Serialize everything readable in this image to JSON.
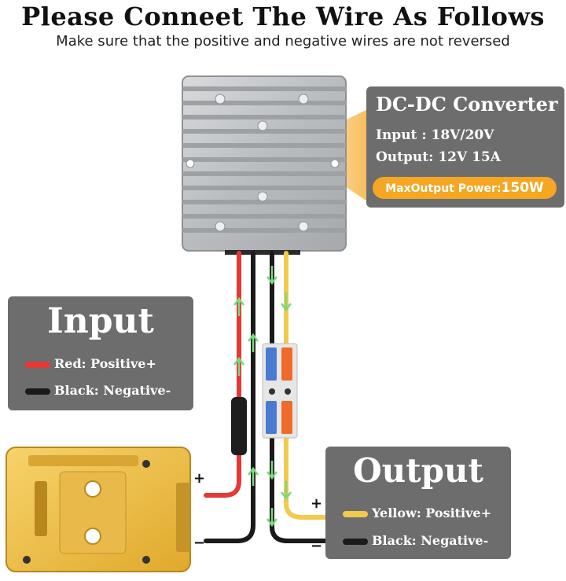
{
  "header": {
    "title": "Please Conneet The Wire As Follows",
    "subtitle": "Make sure that the positive and negative wires are not reversed"
  },
  "converter": {
    "title": "DC-DC Converter",
    "input_line": "Input : 18V/20V",
    "output_line": "Output: 12V 15A",
    "max_label": "MaxOutput Power:",
    "max_value": "150W"
  },
  "input": {
    "title": "Input",
    "red_label": "Red: Positive+",
    "black_label": "Black: Negative-"
  },
  "output": {
    "title": "Output",
    "yellow_label": "Yellow: Positive+",
    "black_label": "Black: Negative-"
  },
  "signs": {
    "plus": "+",
    "minus": "−"
  },
  "colors": {
    "panel": "#6d6d6d",
    "accent": "#f5a623",
    "red_wire": "#e53935",
    "black_wire": "#1a1a1a",
    "yellow_wire": "#f2c94c",
    "arrow": "#7dd87d",
    "adapter": "#f3c64a"
  }
}
